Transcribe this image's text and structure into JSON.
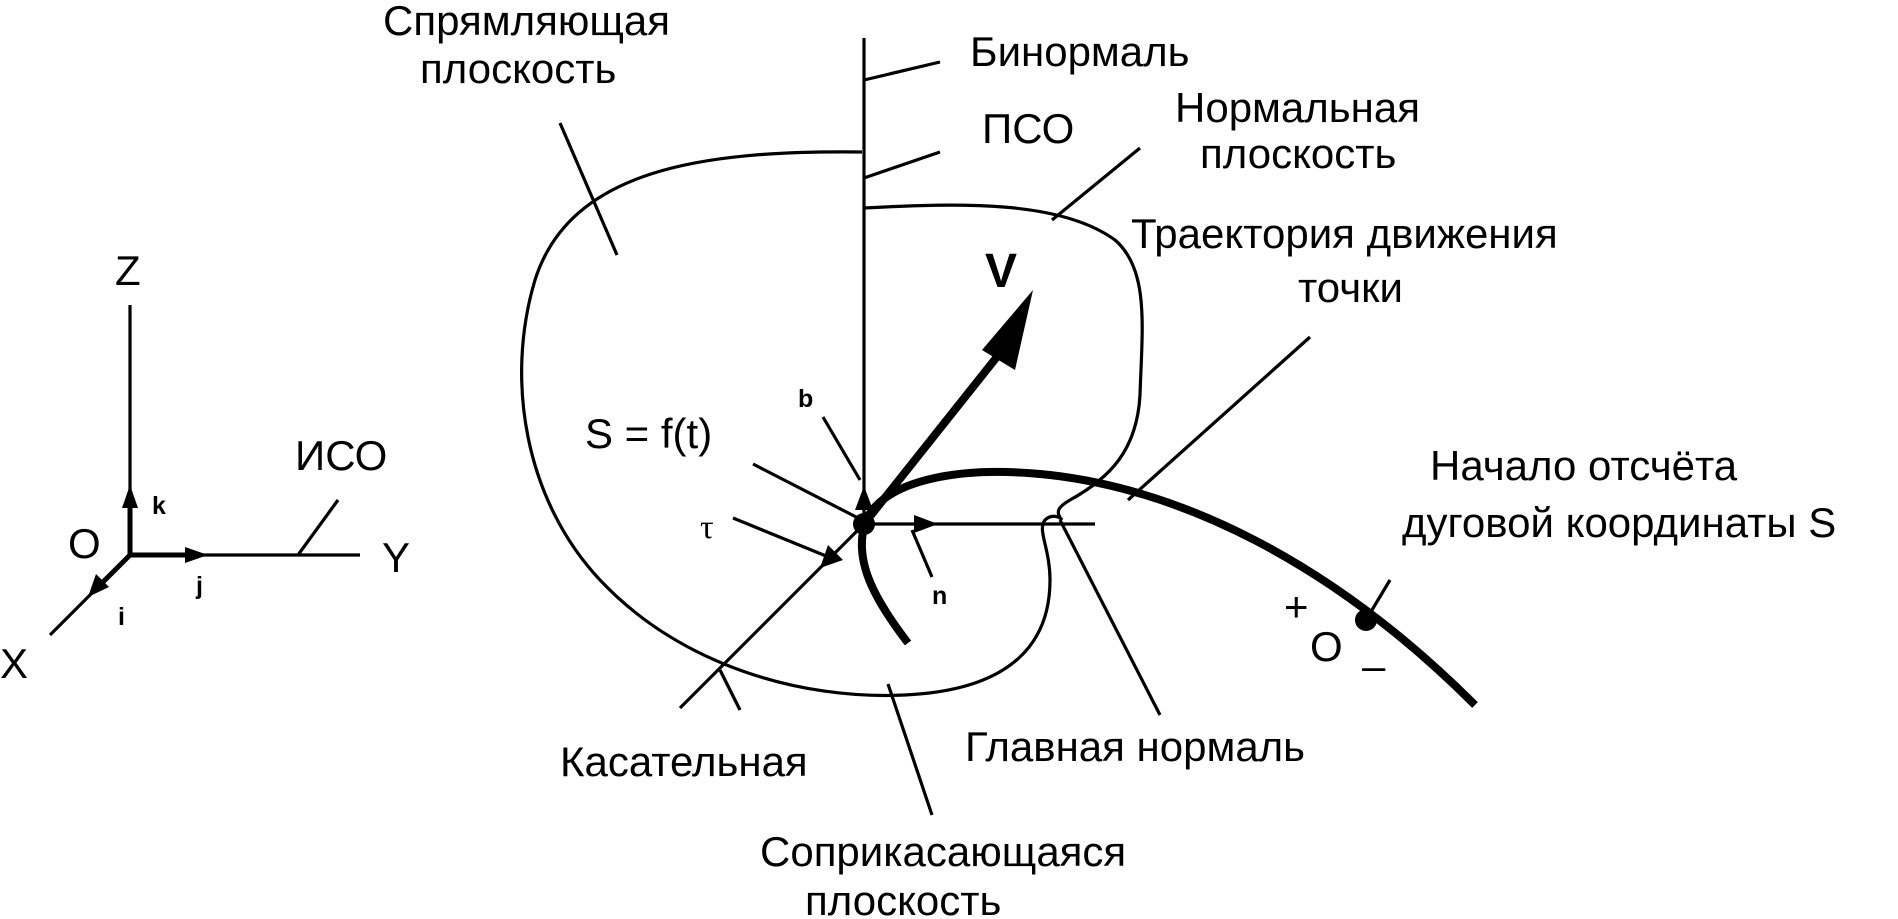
{
  "labels": {
    "rectifying_plane": [
      "Спрямляющая",
      "плоскость"
    ],
    "binormal": "Бинормаль",
    "pso": "ПСО",
    "normal_plane": [
      "Нормальная",
      "плоскость"
    ],
    "trajectory": [
      "Траектория движения",
      "точки"
    ],
    "velocity": "V",
    "arc_equation": "S = f(t)",
    "origin_of_arc": [
      "Начало отсчёта",
      "дуговой координаты S"
    ],
    "tangent": "Касательная",
    "principal_normal": "Главная нормаль",
    "osculating_plane": [
      "Соприкасающаяся",
      "плоскость"
    ],
    "plus_sign": "+",
    "minus_sign": "–",
    "arc_origin_letter": "O"
  },
  "unit_vectors": {
    "binormal": "b",
    "tangent": "τ",
    "normal": "n"
  },
  "fixed_frame": {
    "name": "ИСО",
    "origin": "O",
    "axes": [
      "X",
      "Y",
      "Z"
    ],
    "unit_vectors": [
      "i",
      "j",
      "k"
    ]
  },
  "colors": {
    "ink": "#000000",
    "background": "#ffffff"
  }
}
